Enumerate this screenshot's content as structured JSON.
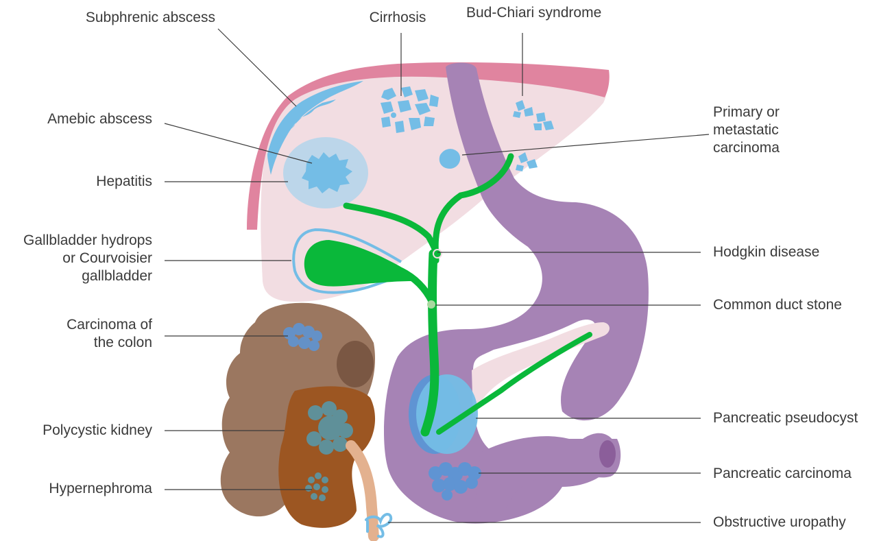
{
  "labels": {
    "subphrenic_abscess": "Subphrenic abscess",
    "cirrhosis": "Cirrhosis",
    "bud_chiari": "Bud-Chiari syndrome",
    "amebic_abscess": "Amebic abscess",
    "hepatitis": "Hepatitis",
    "gallbladder_1": "Gallbladder hydrops",
    "gallbladder_2": "or Courvoisier",
    "gallbladder_3": "gallbladder",
    "colon_1": "Carcinoma of",
    "colon_2": "the colon",
    "polycystic_kidney": "Polycystic kidney",
    "hypernephroma": "Hypernephroma",
    "carcinoma_1": "Primary or",
    "carcinoma_2": "metastatic",
    "carcinoma_3": "carcinoma",
    "hodgkin": "Hodgkin disease",
    "common_duct_stone": "Common duct stone",
    "pancreatic_pseudocyst": "Pancreatic pseudocyst",
    "pancreatic_carcinoma": "Pancreatic carcinoma",
    "obstructive_uropathy": "Obstructive uropathy"
  },
  "colors": {
    "liver": "#f2dde2",
    "diaphragm": "#e0849f",
    "lesion_blue": "#74bde6",
    "stomach_purple": "#a683b5",
    "biliary_green": "#0ab83a",
    "colon_brown": "#9b7760",
    "kidney_brown": "#9c5622",
    "ureter_tan": "#e3b18f",
    "leader_line": "#3a3a3a"
  }
}
